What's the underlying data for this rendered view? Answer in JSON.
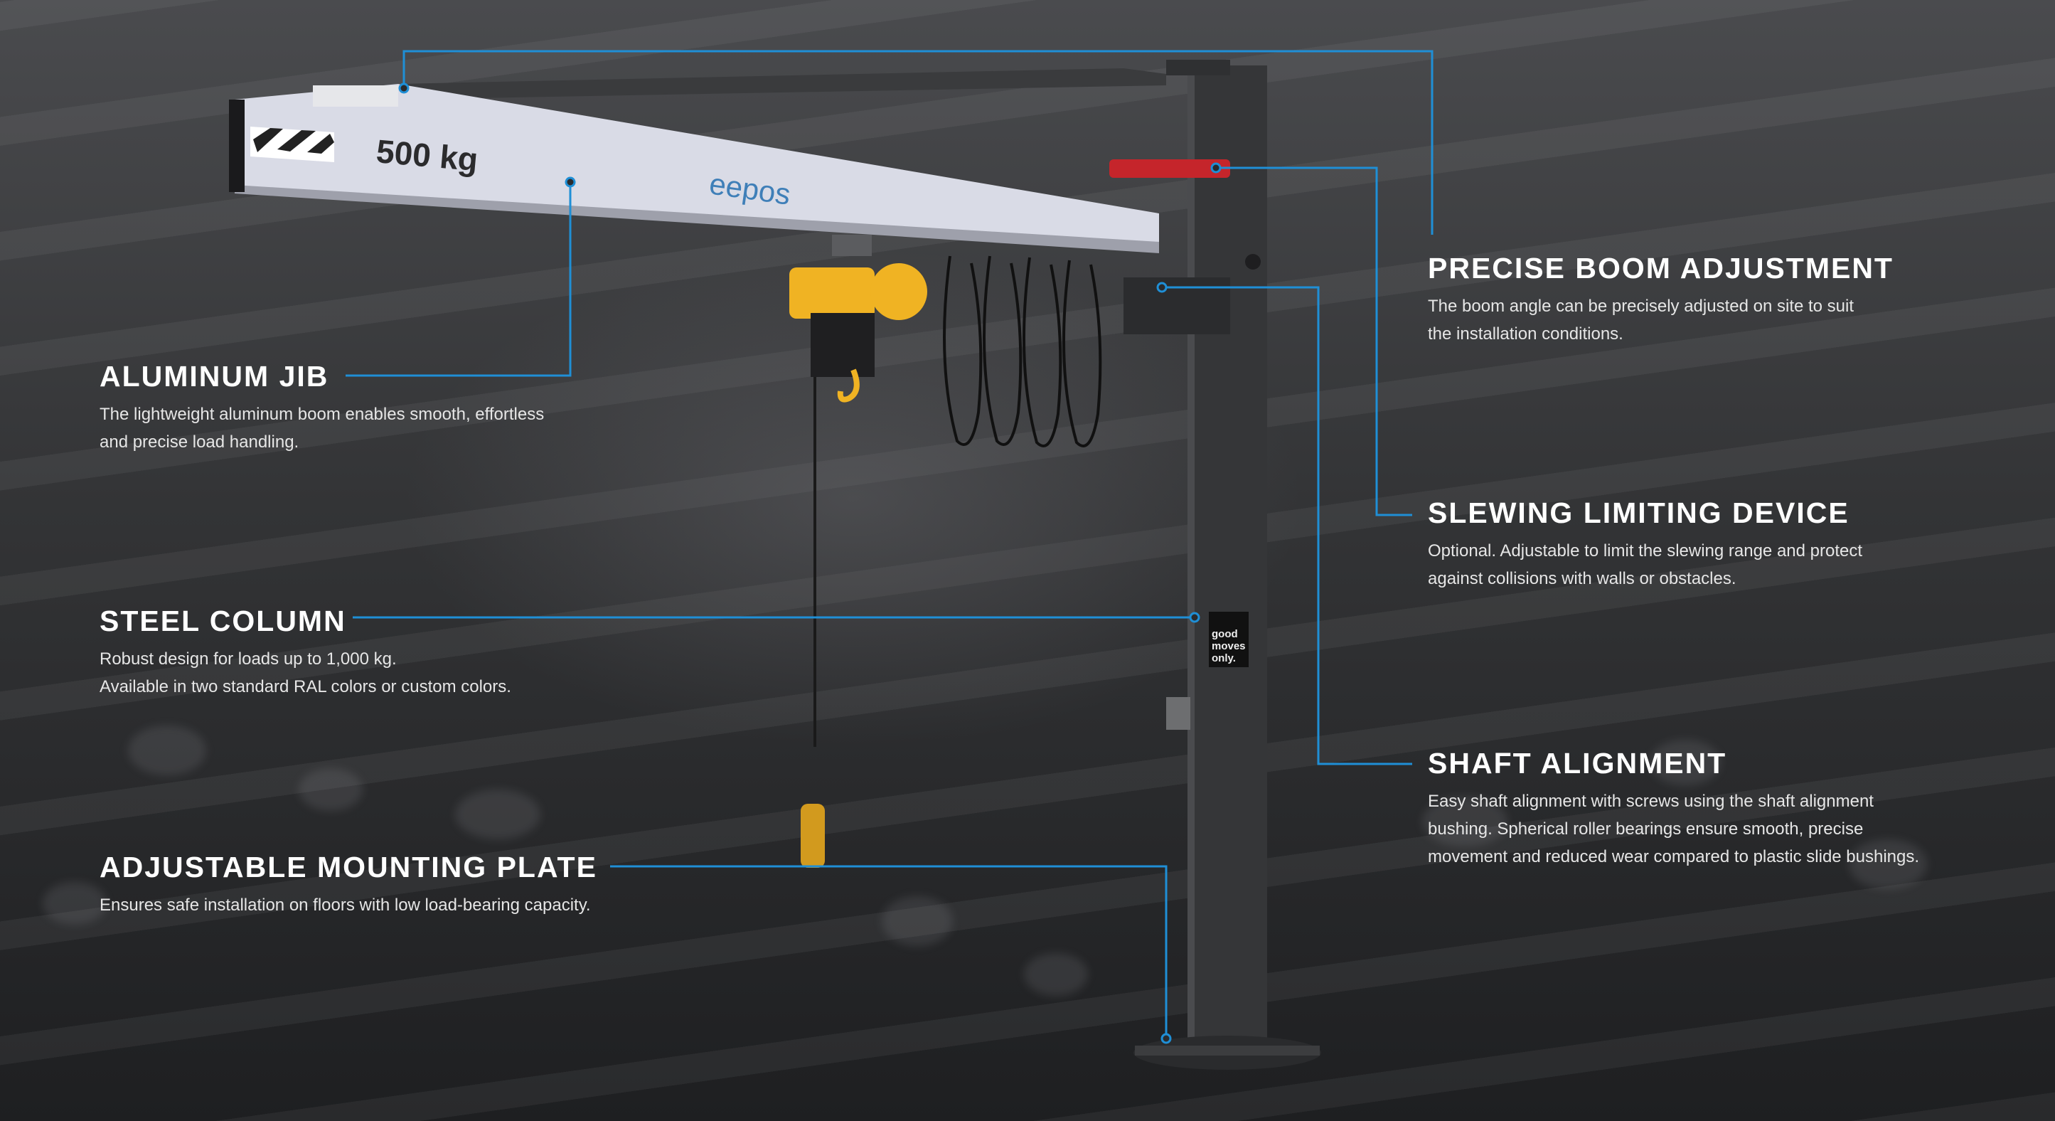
{
  "colors": {
    "accent_line": "#1f8fd6",
    "boom": "#d9dbe6",
    "column": "#353638",
    "hoist": "#f0b323",
    "flange": "#c5252b"
  },
  "product": {
    "load_label": "500 kg",
    "brand": "eepos",
    "sticker": [
      "good",
      "moves",
      "only."
    ]
  },
  "callouts": {
    "aluminum_jib": {
      "title": "ALUMINUM JIB",
      "lines": [
        "The lightweight aluminum boom enables smooth, effortless",
        "and precise load handling."
      ]
    },
    "steel_column": {
      "title": "STEEL COLUMN",
      "lines": [
        "Robust design for loads up to 1,000 kg.",
        "Available in two standard RAL colors or custom colors."
      ]
    },
    "mounting_plate": {
      "title": "ADJUSTABLE MOUNTING PLATE",
      "lines": [
        "Ensures safe installation on floors with low load-bearing capacity."
      ]
    },
    "boom_adjustment": {
      "title": "PRECISE BOOM ADJUSTMENT",
      "lines": [
        "The boom angle can be precisely adjusted on site to suit",
        "the installation conditions."
      ]
    },
    "slewing_device": {
      "title": "SLEWING LIMITING DEVICE",
      "lines": [
        "Optional. Adjustable to limit the slewing range and protect",
        "against collisions with walls or obstacles."
      ]
    },
    "shaft_alignment": {
      "title": "SHAFT ALIGNMENT",
      "lines": [
        "Easy shaft alignment with screws using the shaft alignment",
        "bushing. Spherical roller bearings ensure smooth, precise",
        "movement and reduced wear compared to plastic slide bushings."
      ]
    }
  }
}
